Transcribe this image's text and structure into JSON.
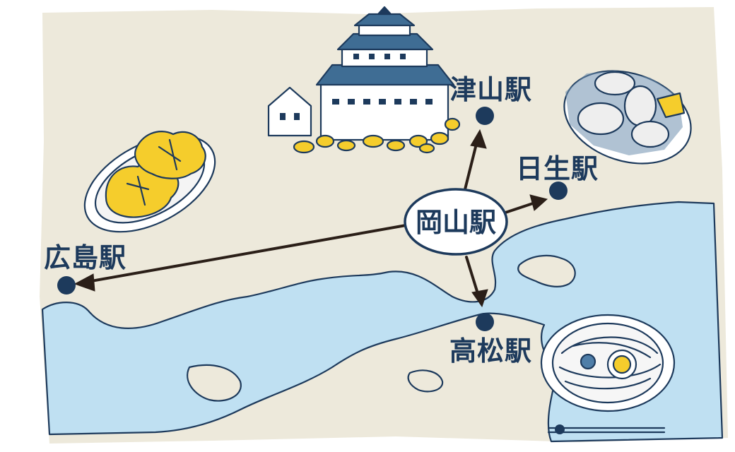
{
  "palette": {
    "land": "#ede9db",
    "sea": "#bfe0f2",
    "ink": "#1d3a5c",
    "arrow": "#2b1f18",
    "accent_yellow": "#f5cd2c",
    "plate": "#f4f4f4"
  },
  "hub": {
    "name": "岡山駅"
  },
  "stations": [
    {
      "id": "hiroshima",
      "name": "広島駅"
    },
    {
      "id": "tsuyama",
      "name": "津山駅"
    },
    {
      "id": "hinase",
      "name": "日生駅"
    },
    {
      "id": "takamatsu",
      "name": "高松駅"
    }
  ],
  "illustrations": [
    "momiji-manju-icon",
    "okayama-castle-icon",
    "oyster-plate-icon",
    "udon-bowl-icon"
  ]
}
